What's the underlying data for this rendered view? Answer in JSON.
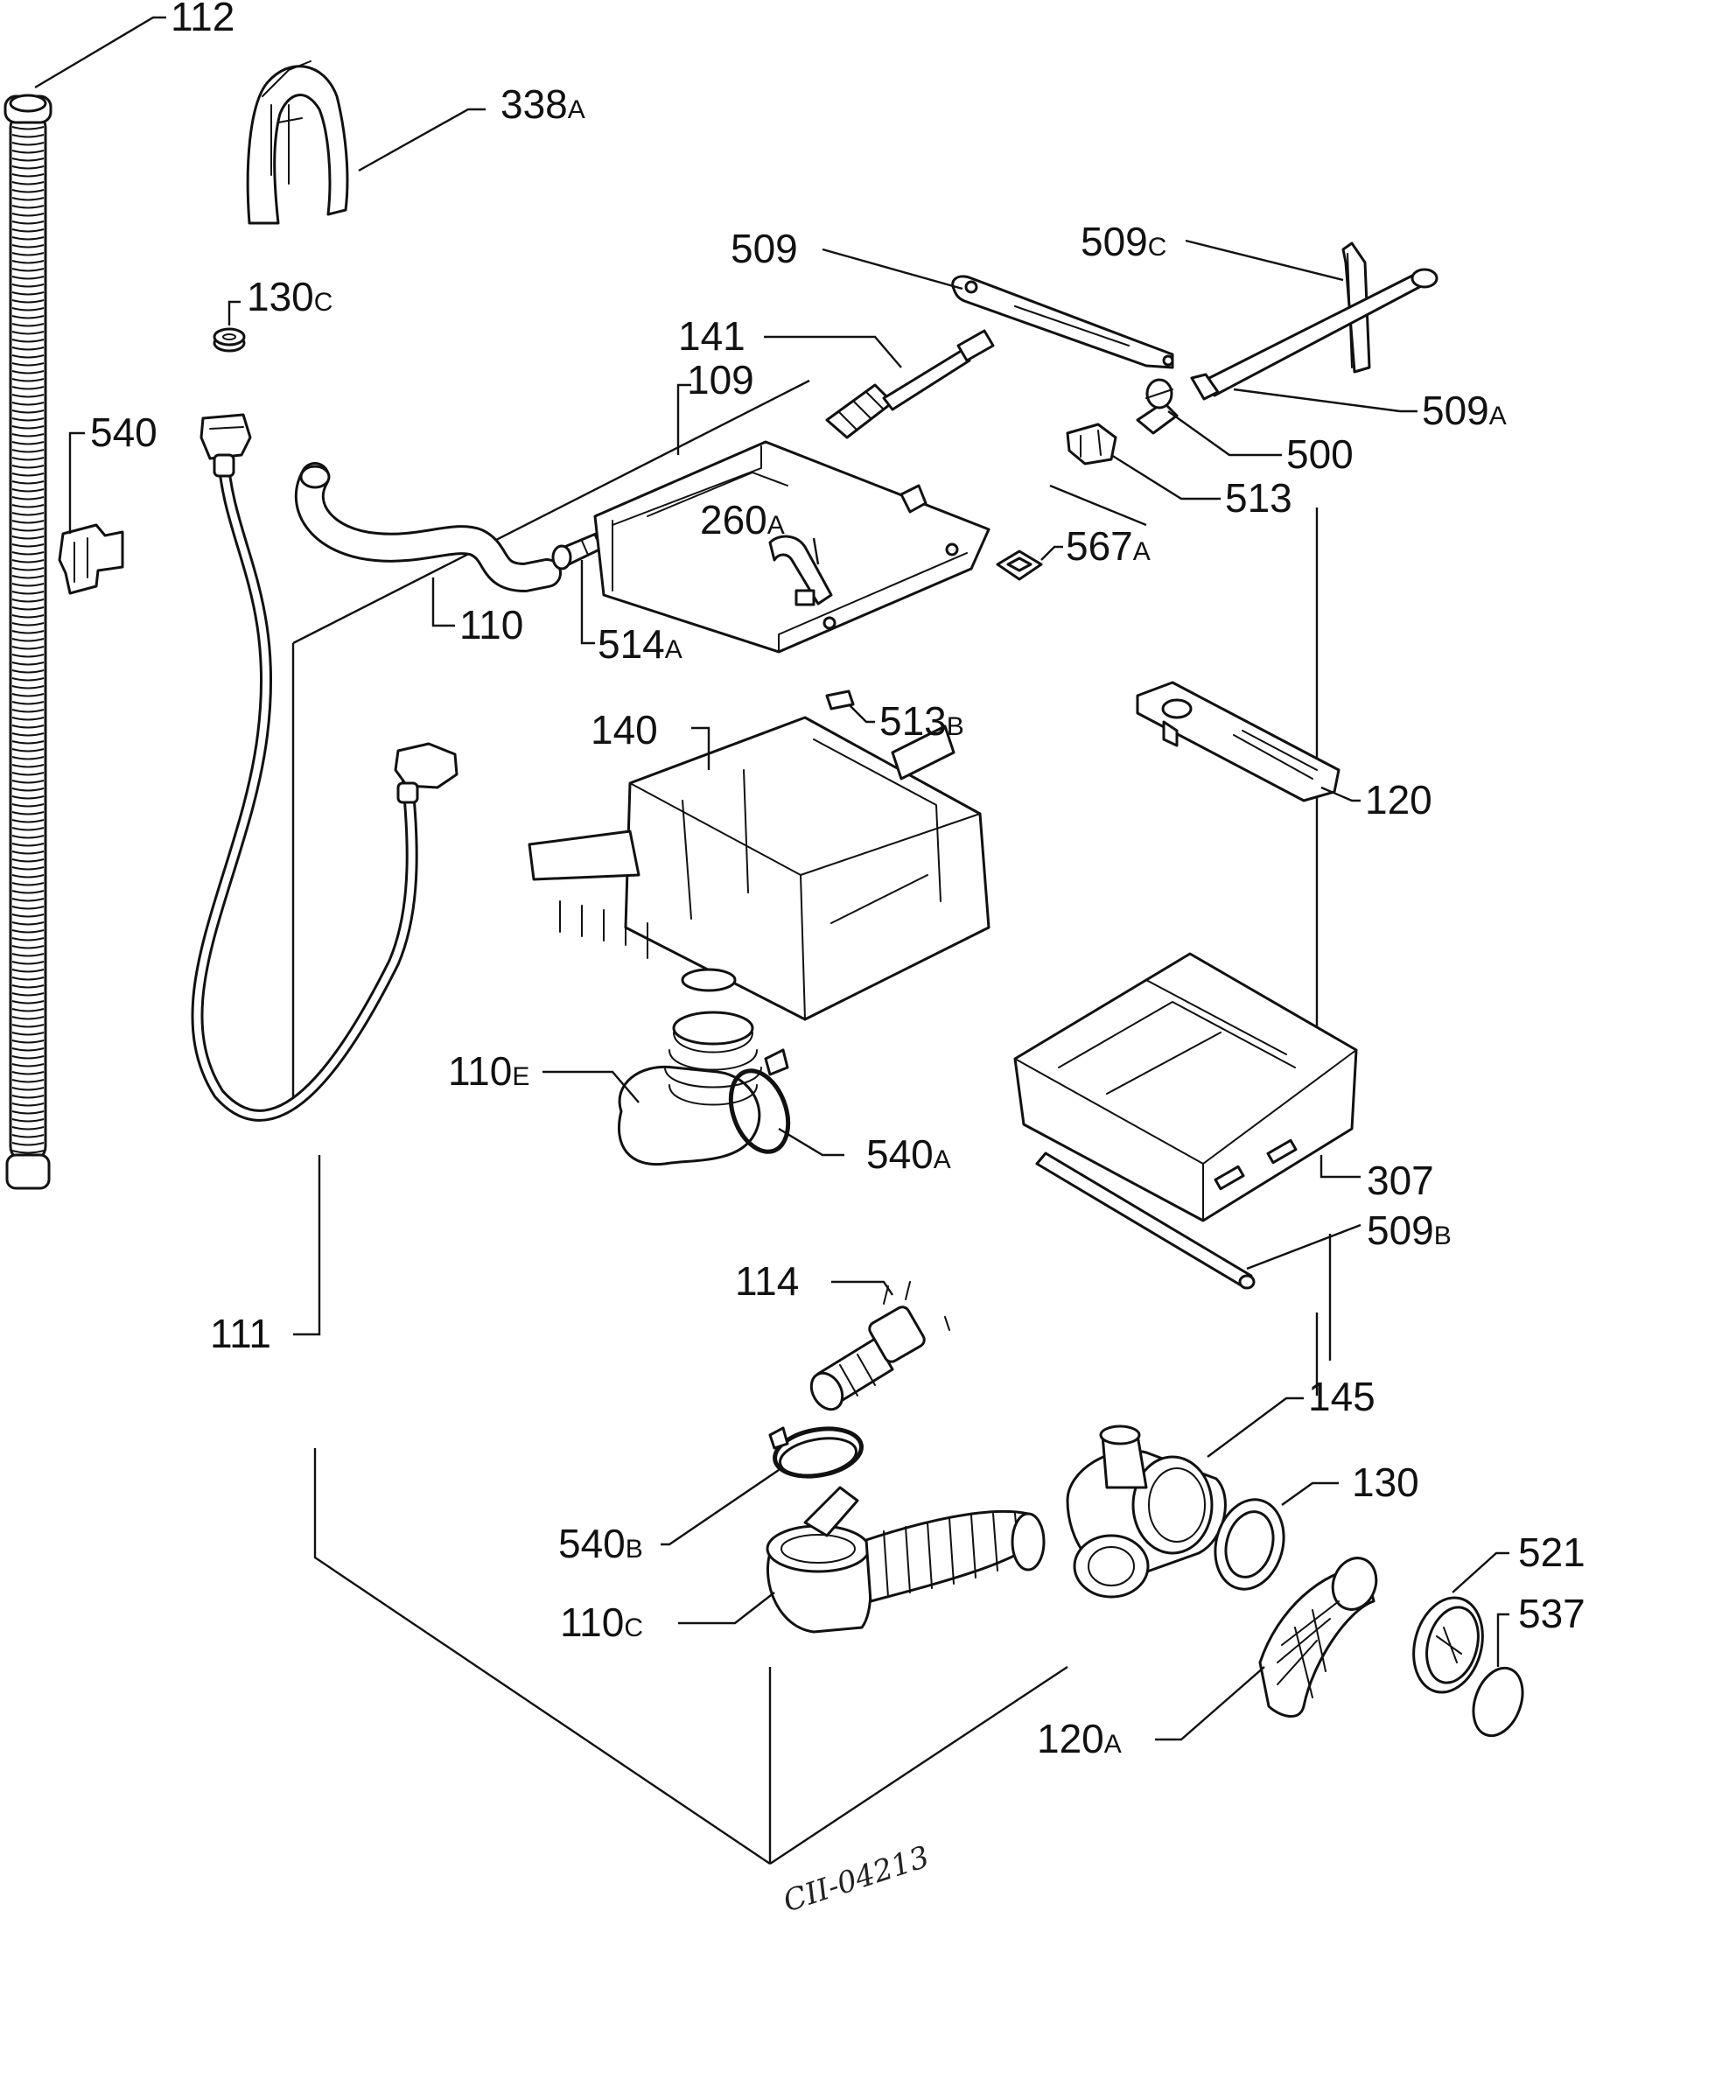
{
  "diagram": {
    "drawing_code": "CII-04213",
    "labels": [
      {
        "id": "112",
        "main": "112",
        "suffix": ""
      },
      {
        "id": "338A",
        "main": "338",
        "suffix": "A"
      },
      {
        "id": "130C",
        "main": "130",
        "suffix": "C"
      },
      {
        "id": "540",
        "main": "540",
        "suffix": ""
      },
      {
        "id": "509",
        "main": "509",
        "suffix": ""
      },
      {
        "id": "509C",
        "main": "509",
        "suffix": "C"
      },
      {
        "id": "141",
        "main": "141",
        "suffix": ""
      },
      {
        "id": "109",
        "main": "109",
        "suffix": ""
      },
      {
        "id": "509A",
        "main": "509",
        "suffix": "A"
      },
      {
        "id": "500",
        "main": "500",
        "suffix": ""
      },
      {
        "id": "513",
        "main": "513",
        "suffix": ""
      },
      {
        "id": "260A",
        "main": "260",
        "suffix": "A"
      },
      {
        "id": "567A",
        "main": "567",
        "suffix": "A"
      },
      {
        "id": "110",
        "main": "110",
        "suffix": ""
      },
      {
        "id": "514A",
        "main": "514",
        "suffix": "A"
      },
      {
        "id": "140",
        "main": "140",
        "suffix": ""
      },
      {
        "id": "513B",
        "main": "513",
        "suffix": "B"
      },
      {
        "id": "120",
        "main": "120",
        "suffix": ""
      },
      {
        "id": "110E",
        "main": "110",
        "suffix": "E"
      },
      {
        "id": "540A",
        "main": "540",
        "suffix": "A"
      },
      {
        "id": "307",
        "main": "307",
        "suffix": ""
      },
      {
        "id": "509B",
        "main": "509",
        "suffix": "B"
      },
      {
        "id": "111",
        "main": "111",
        "suffix": ""
      },
      {
        "id": "114",
        "main": "114",
        "suffix": ""
      },
      {
        "id": "145",
        "main": "145",
        "suffix": ""
      },
      {
        "id": "130",
        "main": "130",
        "suffix": ""
      },
      {
        "id": "540B",
        "main": "540",
        "suffix": "B"
      },
      {
        "id": "521",
        "main": "521",
        "suffix": ""
      },
      {
        "id": "537",
        "main": "537",
        "suffix": ""
      },
      {
        "id": "110C",
        "main": "110",
        "suffix": "C"
      },
      {
        "id": "120A",
        "main": "120",
        "suffix": "A"
      }
    ]
  }
}
